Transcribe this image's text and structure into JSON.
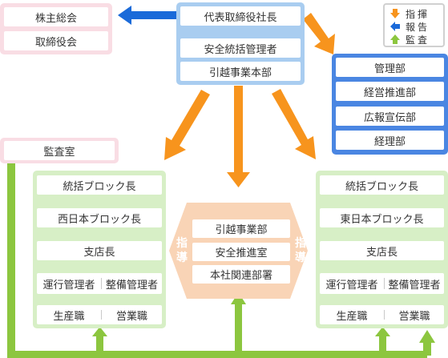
{
  "colors": {
    "pink": "#f9dde4",
    "light_blue": "#a9cdf0",
    "deep_blue": "#4a86e2",
    "green": "#d7efc6",
    "orange_arrow": "#f7941d",
    "blue_arrow": "#1a6ad9",
    "green_arrow": "#8cc63f",
    "hexagon": "#f9d4b6"
  },
  "legend": {
    "items": [
      {
        "label": "指揮",
        "arrow_color": "orange",
        "icon": "orange-down-arrow-icon"
      },
      {
        "label": "報告",
        "arrow_color": "blue",
        "icon": "blue-left-arrow-icon"
      },
      {
        "label": "監査",
        "arrow_color": "green",
        "icon": "green-up-arrow-icon"
      }
    ]
  },
  "shareholders": {
    "items": [
      "株主総会",
      "取締役会"
    ]
  },
  "president": {
    "title": "代表取締役社長",
    "safety_manager": "安全統括管理者",
    "headquarters": "引越事業本部"
  },
  "departments": {
    "items": [
      "管理部",
      "経営推進部",
      "広報宣伝部",
      "経理部"
    ]
  },
  "audit": {
    "label": "監査室"
  },
  "west_block": {
    "items": [
      "統括ブロック長",
      "西日本ブロック長",
      "支店長"
    ],
    "managers": [
      "運行管理者",
      "整備管理者"
    ],
    "staff": [
      "生産職",
      "営業職"
    ]
  },
  "east_block": {
    "items": [
      "統括ブロック長",
      "東日本ブロック長",
      "支店長"
    ],
    "managers": [
      "運行管理者",
      "整備管理者"
    ],
    "staff": [
      "生産職",
      "営業職"
    ]
  },
  "center": {
    "items": [
      "引越事業部",
      "安全推進室",
      "本社関連部署"
    ],
    "side_label": "指導"
  }
}
